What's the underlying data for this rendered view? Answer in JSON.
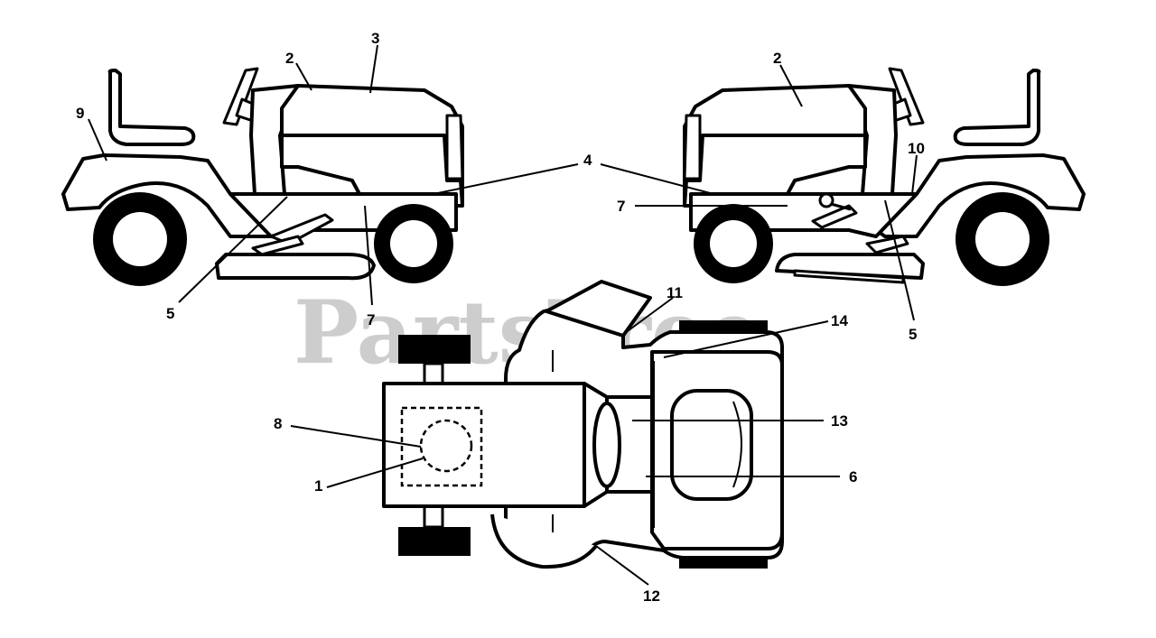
{
  "watermark": "PartsTree",
  "callouts": {
    "left_2": "2",
    "left_3": "3",
    "left_4": "4",
    "left_9": "9",
    "left_5": "5",
    "left_7": "7",
    "right_2": "2",
    "right_7": "7",
    "right_10": "10",
    "right_5": "5",
    "top_11": "11",
    "top_14": "14",
    "top_8": "8",
    "top_1": "1",
    "top_13": "13",
    "top_6": "6",
    "top_12": "12"
  }
}
